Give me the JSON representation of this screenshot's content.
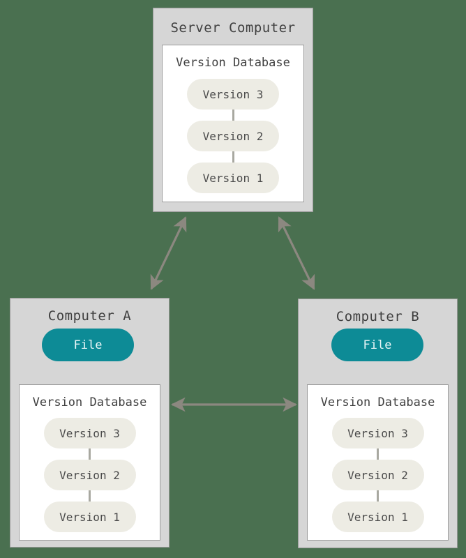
{
  "diagram": {
    "title": "Centralized version control / distributed sync diagram",
    "background_color": "#4a7050",
    "colors": {
      "machine_fill": "#d6d6d6",
      "machine_border": "#9b9b9b",
      "vdb_fill": "#ffffff",
      "version_pill_fill": "#edece4",
      "version_pill_text": "#4a4a4a",
      "file_pill_fill": "#0d8b96",
      "file_pill_text": "#eaf6f7",
      "arrow": "#8c8880",
      "title_text": "#3f3f3f"
    }
  },
  "server": {
    "title": "Server Computer",
    "database": {
      "title": "Version Database",
      "versions": [
        {
          "label": "Version 3"
        },
        {
          "label": "Version 2"
        },
        {
          "label": "Version 1"
        }
      ]
    }
  },
  "computer_a": {
    "title": "Computer A",
    "file": {
      "label": "File"
    },
    "database": {
      "title": "Version Database",
      "versions": [
        {
          "label": "Version 3"
        },
        {
          "label": "Version 2"
        },
        {
          "label": "Version 1"
        }
      ]
    }
  },
  "computer_b": {
    "title": "Computer B",
    "file": {
      "label": "File"
    },
    "database": {
      "title": "Version Database",
      "versions": [
        {
          "label": "Version 3"
        },
        {
          "label": "Version 2"
        },
        {
          "label": "Version 1"
        }
      ]
    }
  },
  "connections": [
    {
      "name": "server-to-computer-a",
      "style": "double-arrow",
      "orientation": "diagonal"
    },
    {
      "name": "server-to-computer-b",
      "style": "double-arrow",
      "orientation": "diagonal"
    },
    {
      "name": "computer-a-to-computer-b",
      "style": "double-arrow",
      "orientation": "horizontal"
    },
    {
      "name": "db-to-file-a",
      "style": "single-arrow-up",
      "orientation": "vertical"
    },
    {
      "name": "db-to-file-b",
      "style": "single-arrow-up",
      "orientation": "vertical"
    }
  ]
}
